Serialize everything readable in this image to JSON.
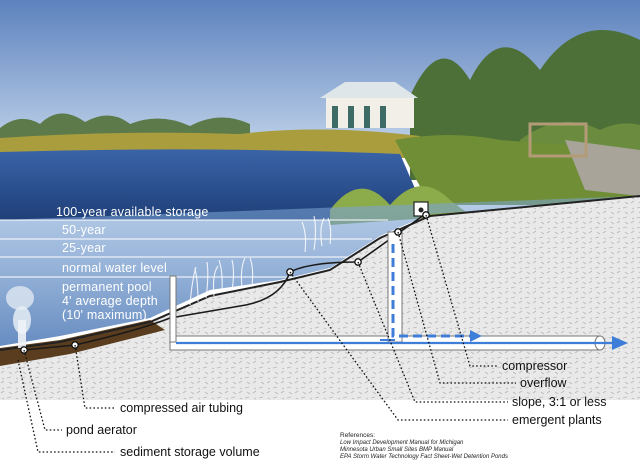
{
  "levels": {
    "storage_100yr": "100-year available storage",
    "yr50": "50-year",
    "yr25": "25-year",
    "normal": "normal water level",
    "pool_line1": "permanent pool",
    "pool_line2": "4' average depth",
    "pool_line3": "(10' maximum)"
  },
  "labels": {
    "compressor": "compressor",
    "overflow": "overflow",
    "slope": "slope, 3:1 or less",
    "emergent_plants": "emergent plants",
    "compressed_air_tubing": "compressed air tubing",
    "pond_aerator": "pond aerator",
    "sediment_storage_volume": "sediment storage volume"
  },
  "references": {
    "heading": "References:",
    "items": [
      "Low Impact Development Manual for Michigan",
      "Minnesota Urban Small Sites BMP Manual",
      "EPA Storm Water Technology Fact Sheet-Wet Detention Ponds"
    ]
  },
  "colors": {
    "sky": "#6f93c4",
    "water": "#2a4f8f",
    "soil": "#e6e6e6",
    "sediment": "#5a3d1e",
    "flow_arrow": "#3f7ed8",
    "grass": "#7f9a3a"
  }
}
